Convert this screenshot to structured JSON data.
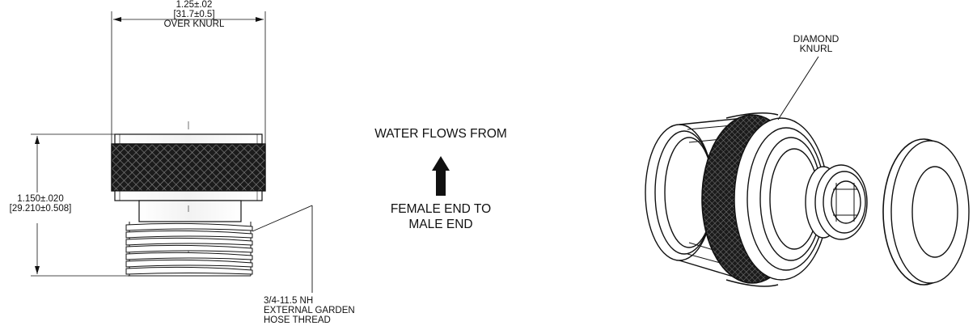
{
  "dimensions": {
    "width": {
      "line1": "1.25±.02",
      "line2": "[31.7±0.5]",
      "line3": "OVER KNURL"
    },
    "height": {
      "line1": "1.150±.020",
      "line2": "[29.210±0.508]"
    }
  },
  "thread_note": {
    "line1": "3/4-11.5 NH",
    "line2": "EXTERNAL GARDEN",
    "line3": "HOSE THREAD"
  },
  "flow": {
    "top": "WATER FLOWS FROM",
    "line1": "FEMALE END TO",
    "line2": "MALE END"
  },
  "knurl_note": {
    "line1": "DIAMOND",
    "line2": "KNURL"
  }
}
